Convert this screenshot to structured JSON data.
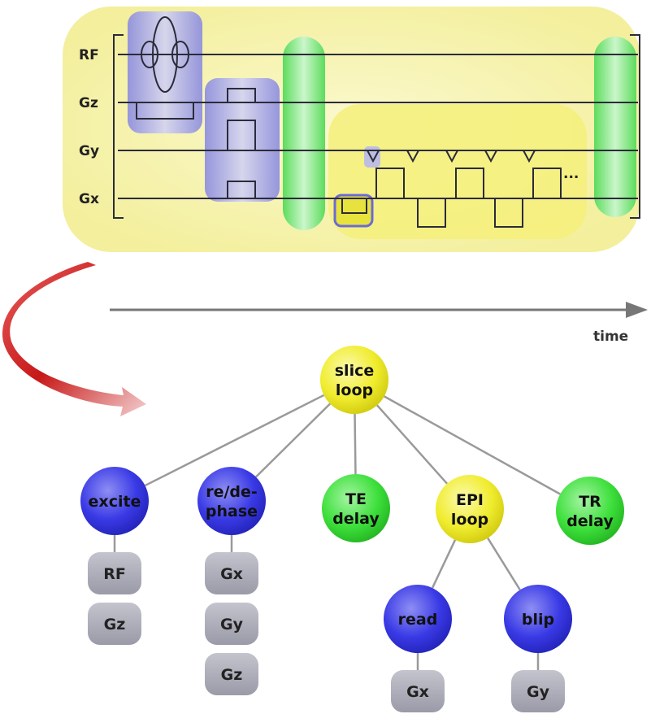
{
  "pulse_sequence": {
    "channels": [
      "RF",
      "Gz",
      "Gy",
      "Gx"
    ],
    "ellipsis": "...",
    "axis_label": "time"
  },
  "tree": {
    "root": {
      "lines": [
        "slice",
        "loop"
      ],
      "color": "yellow"
    },
    "children": [
      {
        "id": "excite",
        "lines": [
          "excite"
        ],
        "color": "blue",
        "leaves": [
          "RF",
          "Gz"
        ]
      },
      {
        "id": "rephase",
        "lines": [
          "re/de-",
          "phase"
        ],
        "color": "blue",
        "leaves": [
          "Gx",
          "Gy",
          "Gz"
        ]
      },
      {
        "id": "te-delay",
        "lines": [
          "TE",
          "delay"
        ],
        "color": "green",
        "leaves": []
      },
      {
        "id": "epi-loop",
        "lines": [
          "EPI",
          "loop"
        ],
        "color": "yellow",
        "leaves": []
      },
      {
        "id": "tr-delay",
        "lines": [
          "TR",
          "delay"
        ],
        "color": "green",
        "leaves": []
      }
    ],
    "epi_children": [
      {
        "id": "read",
        "lines": [
          "read"
        ],
        "color": "blue",
        "leaves": [
          "Gx"
        ]
      },
      {
        "id": "blip",
        "lines": [
          "blip"
        ],
        "color": "blue",
        "leaves": [
          "Gy"
        ]
      }
    ]
  },
  "colors": {
    "yellow": "#f0ec2e",
    "blue": "#3a3ae6",
    "green": "#3ee03c",
    "leaf": "#a9a9b6",
    "outer_panel": "#f8f5b2",
    "inner_panel": "#f6f176",
    "blue_panel": "#9a9ae6",
    "green_bar": "#86e886",
    "arrow_red": "#c81818"
  }
}
